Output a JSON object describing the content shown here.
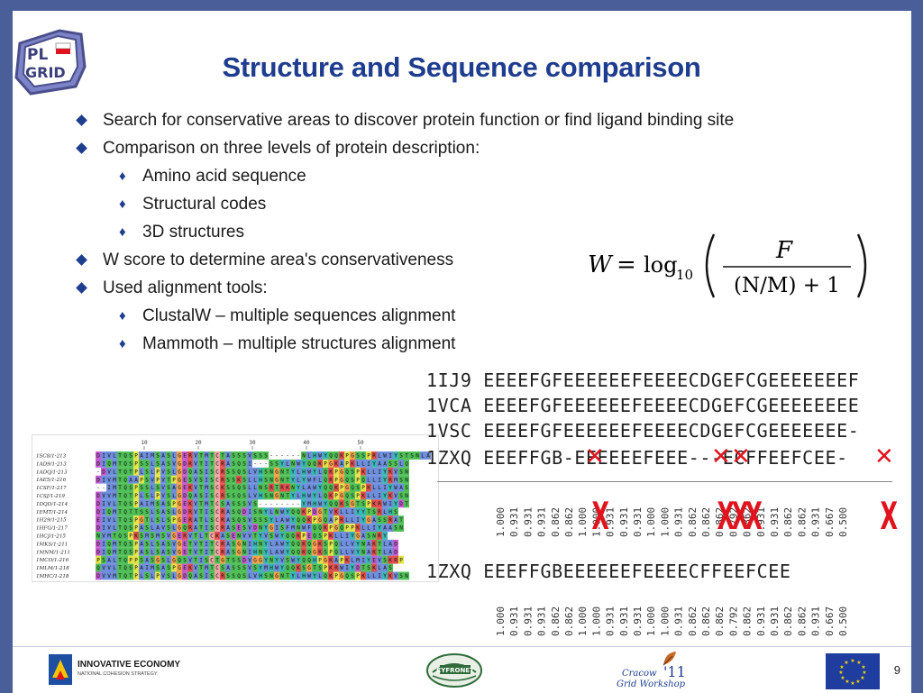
{
  "title": "Structure and Sequence comparison",
  "logo": {
    "line1": "PL",
    "line2": "GRID"
  },
  "bullets": [
    {
      "level": 1,
      "text": "Search for conservative areas to discover protein function or find ligand binding site"
    },
    {
      "level": 1,
      "text": "Comparison on three levels of protein description:"
    },
    {
      "level": 2,
      "text": "Amino acid sequence"
    },
    {
      "level": 2,
      "text": "Structural codes"
    },
    {
      "level": 2,
      "text": "3D structures"
    },
    {
      "level": 1,
      "text": "W score to determine area's conservativeness"
    },
    {
      "level": 1,
      "text": "Used alignment tools:"
    },
    {
      "level": 2,
      "text": "ClustalW – multiple sequences alignment"
    },
    {
      "level": 2,
      "text": "Mammoth – multiple structures alignment"
    }
  ],
  "formula": {
    "lhs": "W",
    "log": "log",
    "base": "10",
    "numerator": "F",
    "denominator": "(N/M) + 1"
  },
  "structural_codes": {
    "rows": [
      {
        "id": "1IJ9",
        "code": "EEEEFGFEEEEEEFEEEECDGEFCGEEEEEEEF"
      },
      {
        "id": "1VCA",
        "code": "EEEEFGFEEEEEEFEEEECDGEFCGEEEEEEEE"
      },
      {
        "id": "1VSC",
        "code": "EEEEFGFEEEEEEFEEEECDGEFCGEEEEEEE-"
      },
      {
        "id": "1ZXQ",
        "code": "EEEFFGB-EEEEEEFEEE---ECFFEEFCEE-"
      }
    ],
    "scores_top": [
      "1.000",
      "0.931",
      "0.931",
      "0.931",
      "0.862",
      "0.862",
      "1.000",
      "1.000",
      "0.931",
      "0.931",
      "0.931",
      "1.000",
      "1.000",
      "0.931",
      "0.862",
      "0.862",
      "0.862",
      "0.792",
      "0.862",
      "0.931",
      "0.931",
      "0.862",
      "0.862",
      "0.931",
      "0.667",
      "0.500"
    ],
    "result": {
      "id": "1ZXQ",
      "code": "EEEFFGBEEEEEEFEEEECFFEEFCEE"
    },
    "scores_bottom": [
      "1.000",
      "0.931",
      "0.931",
      "0.931",
      "0.862",
      "0.862",
      "1.000",
      "1.000",
      "0.931",
      "0.931",
      "0.931",
      "1.000",
      "1.000",
      "0.931",
      "0.862",
      "0.862",
      "0.862",
      "0.792",
      "0.862",
      "0.931",
      "0.931",
      "0.862",
      "0.862",
      "0.931",
      "0.667",
      "0.500"
    ]
  },
  "msa": {
    "ruler": [
      "10",
      "20",
      "30",
      "40",
      "50"
    ],
    "labels": [
      "1SC8/1-213",
      "1AD9/1-213",
      "1ADQ/1-213",
      "1AE5/1-216",
      "1CSF/1-217",
      "1CSJ/1-219",
      "1DQD/1-214",
      "1EMT/1-214",
      "1H29/1-215",
      "1HFG/1-217",
      "1HCJ/1-215",
      "1MKS/1-211",
      "1MNM/1-211",
      "1MCO/1-216",
      "1MLM/1-218",
      "1MHC/1-218"
    ],
    "rows": [
      "DIVLTQSPAIMSASLGERVTMTCTASSSVSSS------NLHWYQQKPGSSPRLWIYSTSNLA",
      "DIQMTQSPSSLSASVGDRVTITCRASQSI---SSYLNWYQQKPGKAPKLLIYAASSLQ",
      "-DVLTQTPLSLPVSLGDQASISCRSSQSLVHSNGNTYLHWYLQKPGQSPKLLIYKVSN",
      "DIVMTQAAPSVPVTPGESVSISCRSSKSLLHSNGNTYLYWFLQRPGQSPQLLIYRMSN",
      "--IMTQSPSSLSVSAGEKVTMSCKSSQSLLNSRTRKNYLAWYQQKPGQSPKLLIYWAS",
      "DVVMTQTPLSLPVSLGDQASISCRSSQSLVHSNGNTYLHWYLQKPGQSPKLLIYKVSN",
      "DIVLTQSPAIMSASPGEKVTMTCSASSSVS--------YMHWYQQKSGTSPKRWIYDT",
      "DIQMTQTTSSLSASLGDRVTISCRASQDISNYLNWYQQKPDGTVKLLIYYTSRLHS",
      "EIVLTQSPGTLSLSPGERATLSCRASQSVSSSYLAWYQQKPGQAPRLLIYGASSRAT",
      "DIVLTQSPASLAVSLGQRATISCRASESVDNYGISFMNWFQQKPGQPPKLLIYAASN",
      "NVMTQSPKSMSMSVGERVTLTCKASENVVTYVSWYQQKPEQSPKLLIYGASNRY",
      "DIQMTQSPASLSASVGETVTITCRASGNIHNYLAWYQQKQGKSPQLLVYNAKTLAD",
      "DIQMTQSPASLSASVGETVTITCRASGNIHNYLAWYQQKQGKSPQLLVYNAKTLAD",
      "PSALTQPPSASGSLGQSVTISCTGTSSDVGGYNYVSWYQQHPGKAPKLMIYEVSKRP",
      "QVVLTQSPAIMSASPGEKVTMTCSASSSVSYMHWYQQKSGTSPKRWIYDTSKLAS",
      "DVVMTQTPLSLPVSLGDQASISCRSSQSLVHSNGNTYLHWYLQKPGQSPKLLIYKVSN"
    ]
  },
  "footer": {
    "ie_title": "INNOVATIVE ECONOMY",
    "ie_sub": "NATIONAL COHESION STRATEGY",
    "cyf": "CYFRONET",
    "cgw_line1": "Cracow",
    "cgw_num": "'11",
    "cgw_line2": "Grid Workshop",
    "page": "9"
  },
  "colors": {
    "title": "#1f3d8f",
    "frame": "#4a5f9a",
    "mismatch": "#e0141e"
  }
}
